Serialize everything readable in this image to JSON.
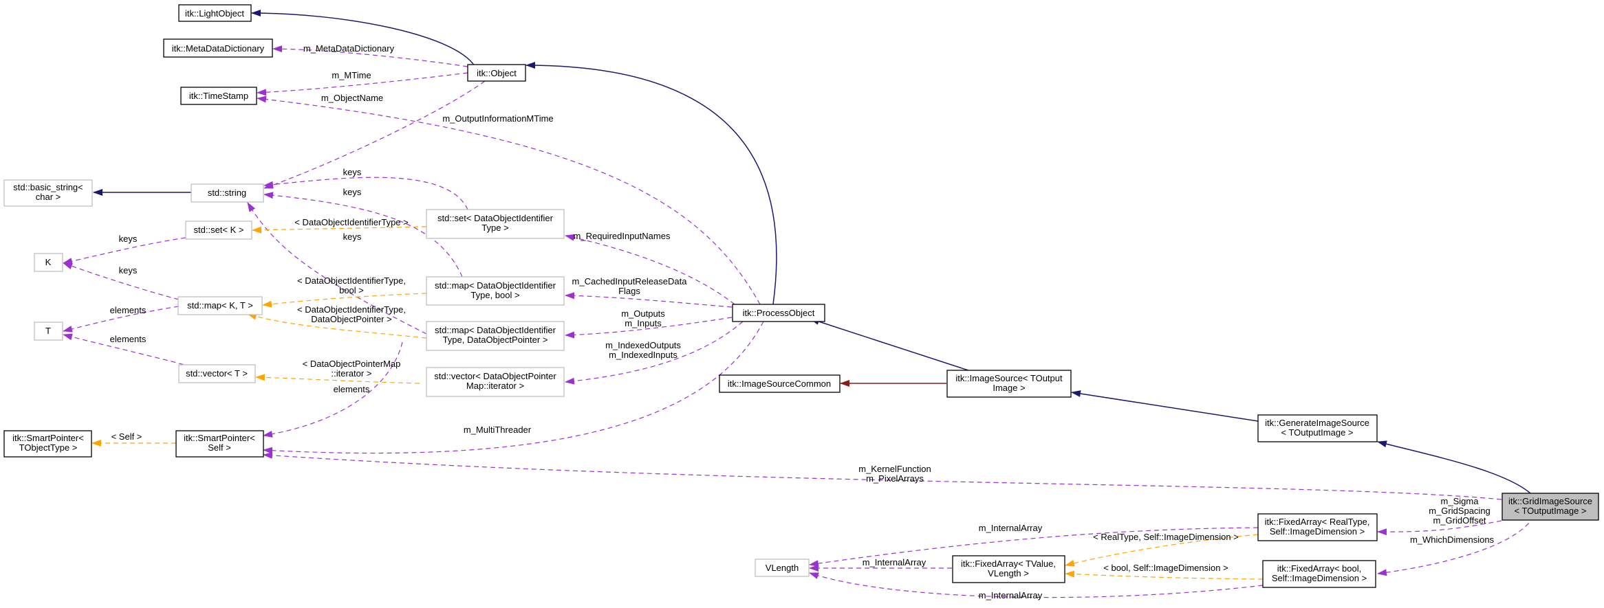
{
  "nodes": {
    "light_object": [
      "itk::LightObject"
    ],
    "meta_data_dictionary": [
      "itk::MetaDataDictionary"
    ],
    "time_stamp": [
      "itk::TimeStamp"
    ],
    "object": [
      "itk::Object"
    ],
    "basic_string": [
      "std::basic_string<",
      "char >"
    ],
    "std_string": [
      "std::string"
    ],
    "set_k": [
      "std::set< K >"
    ],
    "k": [
      "K"
    ],
    "map_kt": [
      "std::map< K, T >"
    ],
    "t": [
      "T"
    ],
    "vector_t": [
      "std::vector< T >"
    ],
    "smart_pointer_tobject": [
      "itk::SmartPointer<",
      "TObjectType >"
    ],
    "smart_pointer_self": [
      "itk::SmartPointer<",
      "Self >"
    ],
    "set_dataobject": [
      "std::set< DataObjectIdentifier",
      "Type >"
    ],
    "map_dataobject_bool": [
      "std::map< DataObjectIdentifier",
      "Type, bool >"
    ],
    "map_dataobject_pointer": [
      "std::map< DataObjectIdentifier",
      "Type, DataObjectPointer >"
    ],
    "vector_dataobject_pointer": [
      "std::vector< DataObjectPointer",
      "Map::iterator >"
    ],
    "process_object": [
      "itk::ProcessObject"
    ],
    "image_source_common": [
      "itk::ImageSourceCommon"
    ],
    "image_source": [
      "itk::ImageSource< TOutput",
      "Image >"
    ],
    "generate_image_source": [
      "itk::GenerateImageSource",
      "< TOutputImage >"
    ],
    "grid_image_source": [
      "itk::GridImageSource",
      "< TOutputImage >"
    ],
    "vlength": [
      "VLength"
    ],
    "fixed_array_tvalue": [
      "itk::FixedArray< TValue,",
      "VLength >"
    ],
    "fixed_array_realtype": [
      "itk::FixedArray< RealType,",
      "Self::ImageDimension >"
    ],
    "fixed_array_bool": [
      "itk::FixedArray< bool,",
      "Self::ImageDimension >"
    ]
  },
  "edge_labels": {
    "meta_data_dictionary": [
      "m_MetaDataDictionary"
    ],
    "mtime": [
      "m_MTime"
    ],
    "object_name": [
      "m_ObjectName"
    ],
    "output_information_mtime": [
      "m_OutputInformationMTime"
    ],
    "keys_string_set": [
      "keys"
    ],
    "keys_string_map": [
      "keys"
    ],
    "keys_string_map2": [
      "keys"
    ],
    "keys_set_k": [
      "keys"
    ],
    "keys_map_k": [
      "keys"
    ],
    "elements_map_t": [
      "elements"
    ],
    "elements_vector_t": [
      "elements"
    ],
    "tpl_set": [
      "< DataObjectIdentifierType >"
    ],
    "tpl_map_bool": [
      "< DataObjectIdentifierType,",
      "bool >"
    ],
    "tpl_map_pointer": [
      "< DataObjectIdentifierType,",
      "DataObjectPointer >"
    ],
    "tpl_vector": [
      "< DataObjectPointerMap",
      "::iterator >"
    ],
    "elements_smart": [
      "elements"
    ],
    "tpl_self": [
      "< Self >"
    ],
    "required_input_names": [
      "m_RequiredInputNames"
    ],
    "cached_input_release": [
      "m_CachedInputReleaseData",
      "Flags"
    ],
    "outputs_inputs": [
      "m_Outputs",
      "m_Inputs"
    ],
    "indexed_outputs_inputs": [
      "m_IndexedOutputs",
      "m_IndexedInputs"
    ],
    "multi_threader": [
      "m_MultiThreader"
    ],
    "kernel_pixel": [
      "m_KernelFunction",
      "m_PixelArrays"
    ],
    "sigma_spacing_offset": [
      "m_Sigma",
      "m_GridSpacing",
      "m_GridOffset"
    ],
    "which_dimensions": [
      "m_WhichDimensions"
    ],
    "internal_array_real": [
      "m_InternalArray"
    ],
    "internal_array_tvalue": [
      "m_InternalArray"
    ],
    "internal_array_bool": [
      "m_InternalArray"
    ],
    "tpl_realtype": [
      "< RealType, Self::ImageDimension >"
    ],
    "tpl_bool": [
      "< bool, Self::ImageDimension >"
    ]
  },
  "colors": {
    "inheritance": "#191970",
    "private_inheritance": "#8b1a1a",
    "member": "#9a32cd",
    "template": "#ffa500",
    "highlight_fill": "#bfbfbf",
    "grey_border": "#bfbfbf"
  }
}
